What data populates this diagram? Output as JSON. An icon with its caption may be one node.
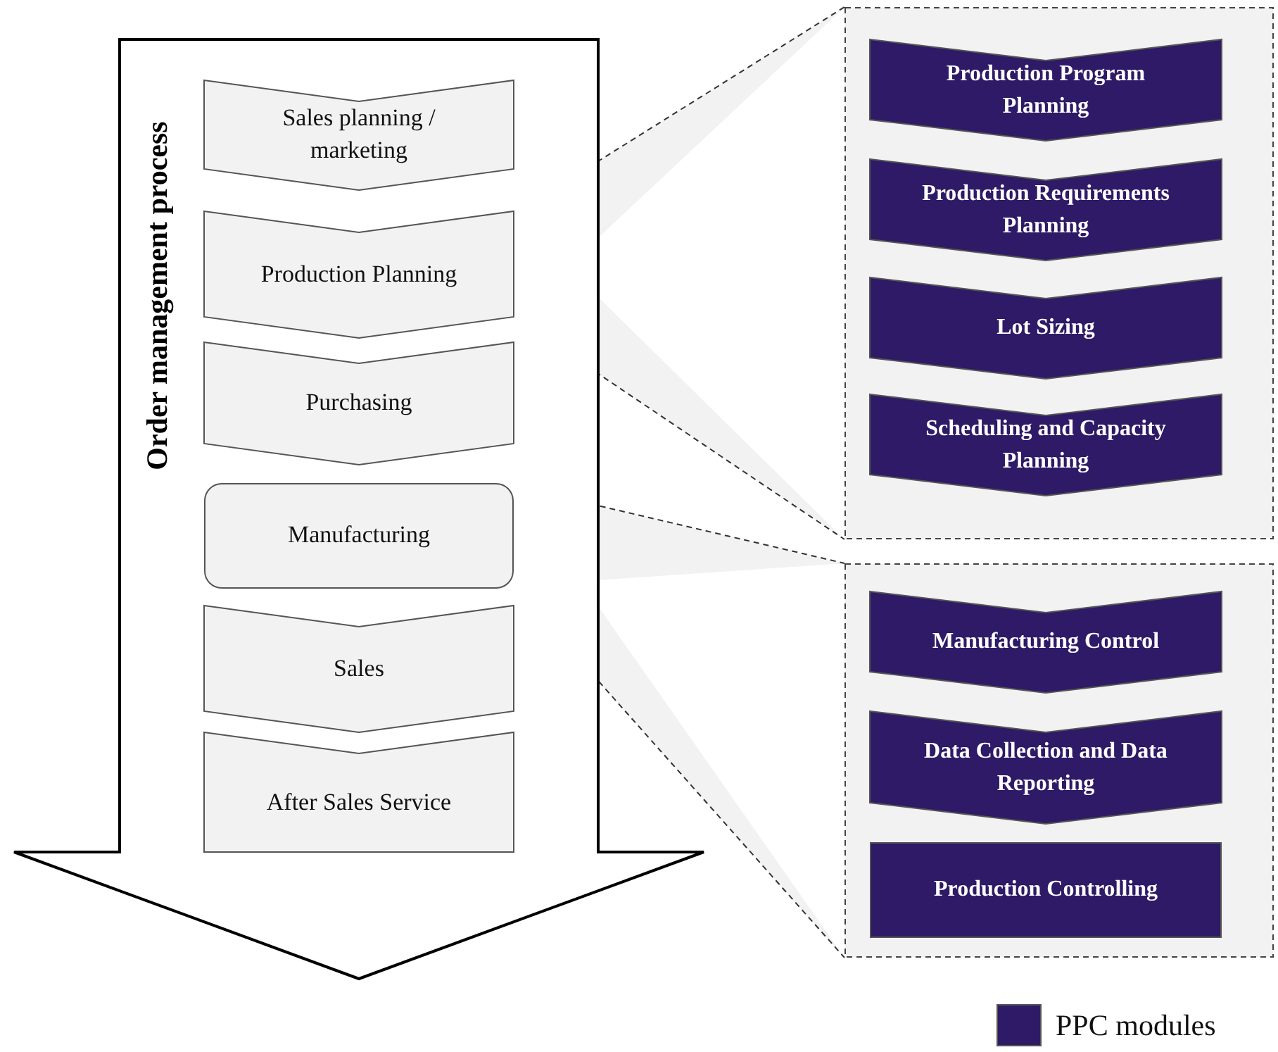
{
  "diagram": {
    "nodes": [
      {
        "text": [
          "Order management process"
        ]
      },
      {
        "text": [
          "Sales planning / marketing"
        ],
        "in": 0
      },
      {
        "text": [
          "Production Planning"
        ],
        "in": 0
      },
      {
        "text": [
          "Purchasing"
        ],
        "in": 0
      },
      {
        "text": [
          "Manufacturing"
        ],
        "in": 0
      },
      {
        "text": [
          "Sales"
        ],
        "in": 0
      },
      {
        "text": [
          "After Sales Service"
        ],
        "in": 0
      },
      {
        "text": [],
        "shape": "box"
      },
      {
        "text": [
          "Production Program Planning"
        ],
        "in": 7
      },
      {
        "text": [
          "Production Requirements Planning"
        ],
        "in": 7
      },
      {
        "text": [
          "Lot Sizing"
        ],
        "in": 7
      },
      {
        "text": [
          "Scheduling and Capacity Planning"
        ],
        "in": 7
      },
      {
        "text": [],
        "shape": "box"
      },
      {
        "text": [
          "Manufacturing Control"
        ],
        "in": 12
      },
      {
        "text": [
          "Data Collection and Data Reporting"
        ],
        "in": 12
      },
      {
        "text": [
          "Production Controlling"
        ],
        "in": 12
      }
    ],
    "edges": [
      {
        "from": 2,
        "to": 7,
        "arrow": "none",
        "style": "dashed"
      },
      {
        "from": 2,
        "to": 7,
        "arrow": "none",
        "style": "dashed"
      },
      {
        "from": 4,
        "to": 12,
        "arrow": "none",
        "style": "dashed"
      },
      {
        "from": 4,
        "to": 12,
        "arrow": "none",
        "style": "dashed"
      }
    ],
    "legend": [
      {
        "text": "PPC modules",
        "color": "#2e1a66"
      }
    ]
  }
}
